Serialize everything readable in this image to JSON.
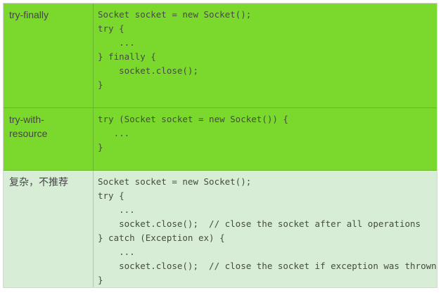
{
  "table": {
    "rows": [
      {
        "label": "try-finally",
        "code": "Socket socket = new Socket();\ntry {\n    ...\n} finally {\n    socket.close();\n}"
      },
      {
        "label": "try-with-resource",
        "code": "try (Socket socket = new Socket()) {\n   ...\n}"
      },
      {
        "label": "复杂，不推荐",
        "code": "Socket socket = new Socket();\ntry {\n    ...\n    socket.close();  // close the socket after all operations\n} catch (Exception ex) {\n    ...\n    socket.close();  // close the socket if exception was thrown\n}"
      }
    ]
  },
  "colors": {
    "row_green": "#7BD92E",
    "row_mint": "#D7EDD6",
    "border": "rgba(0,0,0,0.16)",
    "label_text": "#454545",
    "code_text": "#434E3B"
  }
}
